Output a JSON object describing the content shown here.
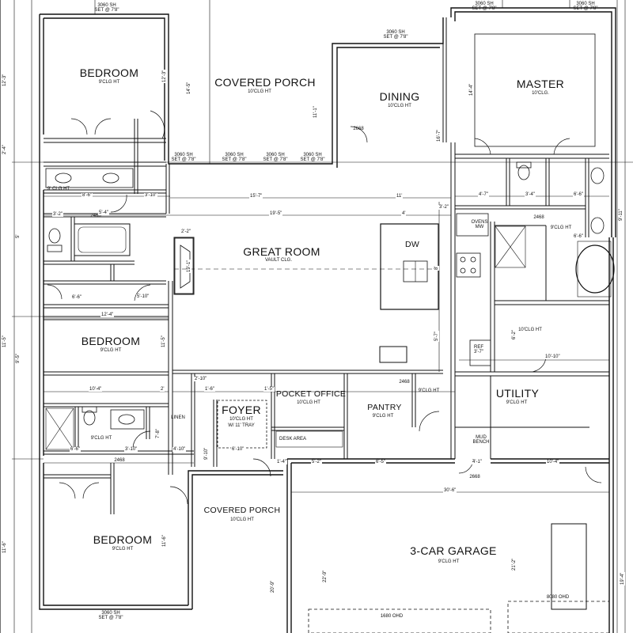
{
  "rooms": {
    "bedroom_upper": {
      "name": "BEDROOM",
      "note": "9'CLG HT"
    },
    "covered_porch_rear": {
      "name": "COVERED PORCH",
      "note": "10'CLG HT"
    },
    "dining": {
      "name": "DINING",
      "note": "10'CLG HT"
    },
    "master": {
      "name": "MASTER",
      "note": "10'CLG."
    },
    "great_room": {
      "name": "GREAT ROOM",
      "note": "VAULT CLG."
    },
    "dw": {
      "name": "DW"
    },
    "bedroom_mid": {
      "name": "BEDROOM",
      "note": "9'CLG HT"
    },
    "foyer": {
      "name": "FOYER",
      "note": "10'CLG HT",
      "note2": "W/ 11' TRAY"
    },
    "pocket_office": {
      "name": "POCKET OFFICE",
      "note": "10'CLG HT"
    },
    "pantry": {
      "name": "PANTRY",
      "note": "9'CLG HT"
    },
    "utility": {
      "name": "UTILITY",
      "note": "9'CLG HT"
    },
    "covered_porch_front": {
      "name": "COVERED PORCH",
      "note": "10'CLG HT"
    },
    "bedroom_lower": {
      "name": "BEDROOM",
      "note": "9'CLG HT"
    },
    "garage": {
      "name": "3-CAR GARAGE",
      "note": "9'CLG HT"
    }
  },
  "labels": {
    "linen": "LINEN",
    "desk_area": "DESK AREA",
    "ovens_mw": "OVENS\nMW",
    "ref": "REF\n3'-7\"",
    "mud_bench": "MUD\nBENCH",
    "door_2468": "2468",
    "door_2068": "2068",
    "door_2668": "2668",
    "window_3060": "3060 SH\nSET @ 7'8\"",
    "garage_door_8080": "8080 OHD",
    "garage_door_1680": "1680 OHD",
    "clg_9": "9'CLG HT",
    "clg_9b": "9' CLG HT",
    "clg_10": "10'CLG HT"
  },
  "dimensions": {
    "d_8_6": "8'-6\"",
    "d_3_10a": "3'-10\"",
    "d_15_7": "15'-7\"",
    "d_11": "11'",
    "d_4_7": "4'-7\"",
    "d_3_4": "3'-4\"",
    "d_6_6a": "6'-6\"",
    "d_3_2a": "3'-2\"",
    "d_5_4": "5'-4\"",
    "d_19_5": "19'-5\"",
    "d_4": "4'",
    "d_3_2b": "3'-2\"",
    "d_2_2": "2'-2\"",
    "d_6_6b": "6'-6\"",
    "d_12_4": "12'-4\"",
    "d_5_10": "5'-10\"",
    "d_6_6c": "6'-6\"",
    "d_10_4": "10'-4\"",
    "d_2": "2'",
    "d_1_6a": "1'-6\"",
    "d_2_10": "2'-10\"",
    "d_1_5": "1'-5\"",
    "d_10_10": "10'-10\"",
    "d_6_6d": "6'-6\"",
    "d_3_10b": "3'-10\"",
    "d_4_10": "4'-10\"",
    "d_6_10": "6'-10\"",
    "d_1_4": "1'-4\"",
    "d_5_2": "5'-2\"",
    "d_6_5": "6'-5\"",
    "d_10_4b": "10'-4\"",
    "d_30_6": "30'-6\"",
    "d_4_1": "4'-1\"",
    "d_12_3": "12'-3\"",
    "d_14_5": "14'-5\"",
    "d_11_1": "11'-1\"",
    "d_16_7": "16'-7\"",
    "d_14_4": "14'-4\"",
    "d_9_11": "9'-11\"",
    "d_19_1": "19'-1\"",
    "d_11_5": "11'-5\"",
    "d_9_5": "9'-5\"",
    "d_11_6": "11'-6\"",
    "d_20_9": "20'-9\"",
    "d_22_9": "22'-9\"",
    "d_21_2": "21'-2\"",
    "d_19_4": "19'-4\"",
    "d_5_7": "5'-7\"",
    "d_8": "8'",
    "d_6_2": "6'-2\"",
    "d_7_8": "7'-8\"",
    "d_9_10": "9'-10\"",
    "d_2_4": "2'-4\"",
    "d_5": "5'"
  }
}
